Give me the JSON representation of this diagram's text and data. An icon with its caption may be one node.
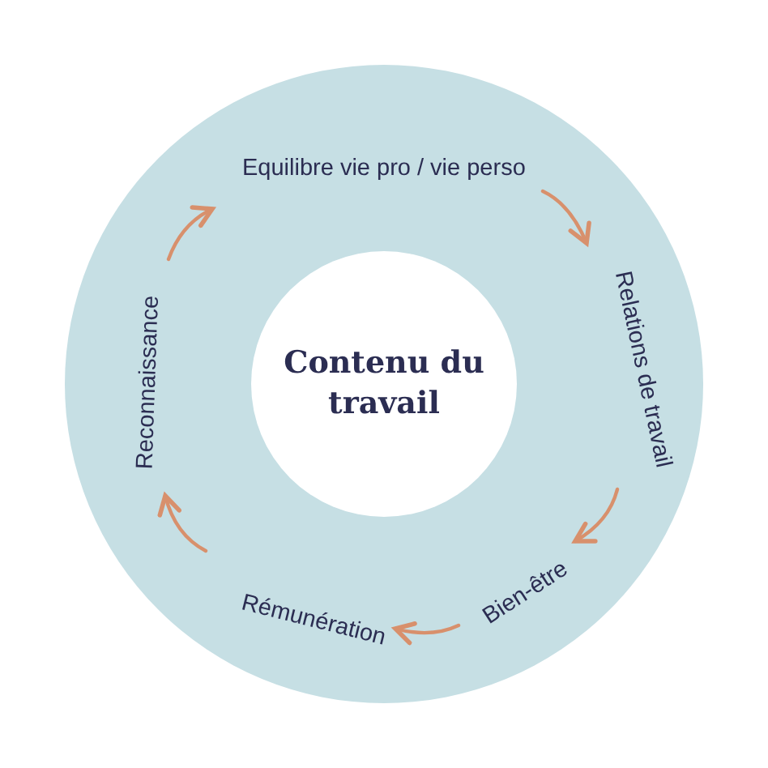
{
  "diagram": {
    "nodes": [
      {
        "text": [],
        "shape": "circle"
      },
      {
        "text": [
          "Contenu du travail"
        ],
        "in": 0
      },
      {
        "text": [
          "Equilibre vie pro / vie perso"
        ],
        "in": 0
      },
      {
        "text": [
          "Relations de travail"
        ],
        "in": 0
      },
      {
        "text": [
          "Bien-être"
        ],
        "in": 0
      },
      {
        "text": [
          "Rémunération"
        ],
        "in": 0
      },
      {
        "text": [
          "Reconnaissance"
        ],
        "in": 0
      }
    ],
    "edges": [
      {
        "from": 2,
        "to": 3,
        "arrow": "to"
      },
      {
        "from": 3,
        "to": 4,
        "arrow": "to"
      },
      {
        "from": 4,
        "to": 5,
        "arrow": "to"
      },
      {
        "from": 5,
        "to": 6,
        "arrow": "to"
      },
      {
        "from": 6,
        "to": 2,
        "arrow": "to"
      }
    ]
  }
}
